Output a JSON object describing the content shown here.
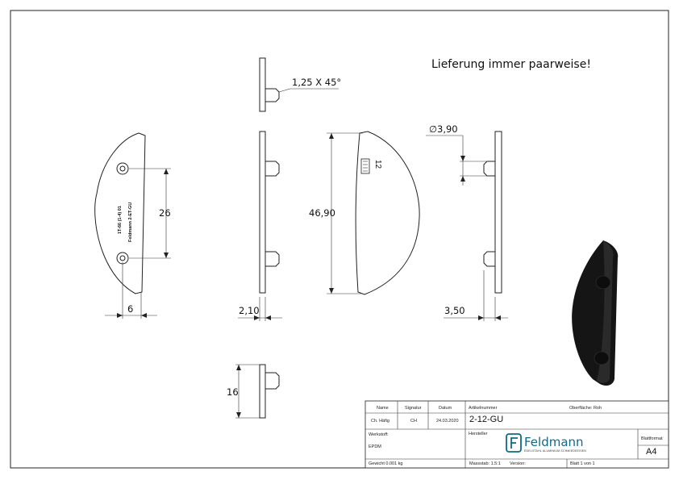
{
  "note": "Lieferung immer paarweise!",
  "dimensions": {
    "chamfer": "1,25 X 45°",
    "hole_dia": "3,90",
    "hole_spacing": "26",
    "height": "46,90",
    "edge_offset": "6",
    "thickness": "2,10",
    "pin_offset": "3,50",
    "pin_height": "16"
  },
  "engravings": {
    "front_line1": "1T-66 (1-4) 01",
    "front_line2": "Feldmann 2-ET-GU",
    "back_mark": "12"
  },
  "title_block": {
    "name_label": "Name",
    "signature_label": "Signatur",
    "date_label": "Datum",
    "name_value": "Ch. Häfig",
    "signature_value": "CH",
    "date_value": "24.03.2020",
    "article_label": "Artikelnummer",
    "article_value": "2-12-GU",
    "surface_label": "Oberfläche: Roh",
    "material_label": "Werkstoff:",
    "material_value": "EPDM",
    "manufacturer_label": "Hersteller",
    "brand": "Feldmann",
    "brand_sub": "EDELSTAHL ALUMINIUM SCHMIEDEEISEN",
    "format_label": "Blattformat",
    "format_value": "A4",
    "weight": "Gewicht 0.001 kg",
    "scale": "Massstab: 1.5:1",
    "version": "Version:",
    "sheet": "Blatt 1 von 1"
  }
}
